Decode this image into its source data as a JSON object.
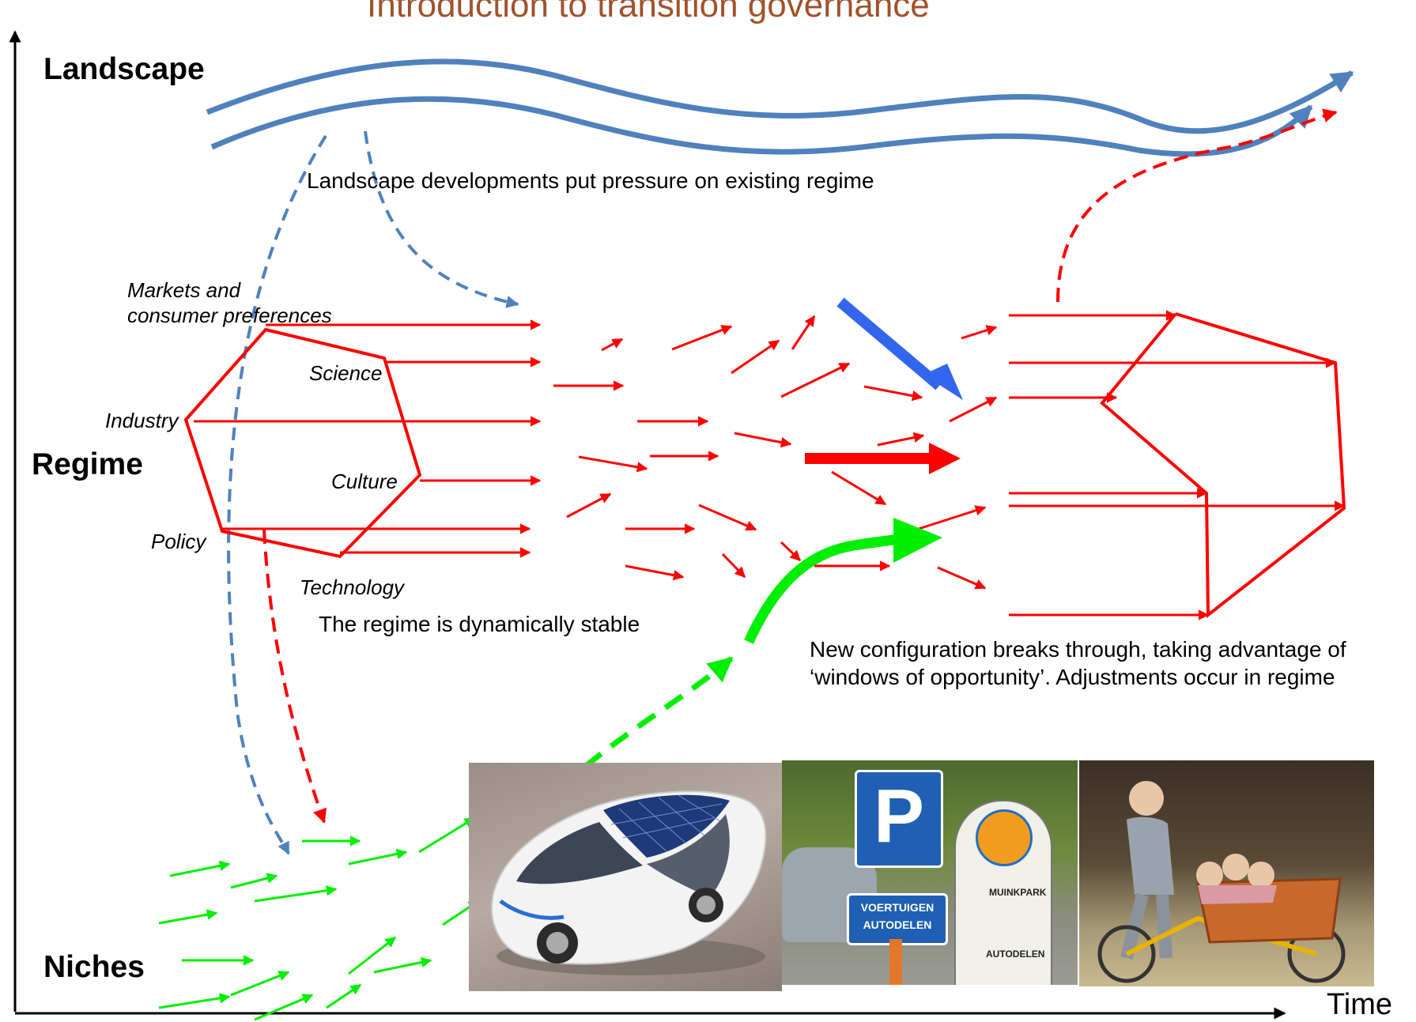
{
  "title": "Introduction to transition governance",
  "levels": {
    "landscape": "Landscape",
    "regime": "Regime",
    "niches": "Niches"
  },
  "axis": {
    "x_label": "Time"
  },
  "regime_dimensions": {
    "markets": "Markets and\nconsumer preferences",
    "science": "Science",
    "industry": "Industry",
    "culture": "Culture",
    "policy": "Policy",
    "technology": "Technology"
  },
  "annotations": {
    "landscape_pressure": "Landscape developments put pressure on existing regime",
    "regime_stable": "The regime is dynamically stable",
    "breakthrough_line1": "New configuration breaks through, taking advantage of",
    "breakthrough_line2": "‘windows of opportunity’. Adjustments occur in regime"
  },
  "photos": {
    "parking_sign": {
      "line1": "VOERTUIGEN",
      "line2": "AUTODELEN",
      "letter": "P"
    },
    "street_sign": "MUINKPARK",
    "share_sign": "AUTODELEN"
  },
  "colors": {
    "landscape": "#4f81bd",
    "regime": "#ff0000",
    "niche": "#00ee00",
    "pressure_arrow": "#3366ee",
    "title": "#a0522d"
  }
}
